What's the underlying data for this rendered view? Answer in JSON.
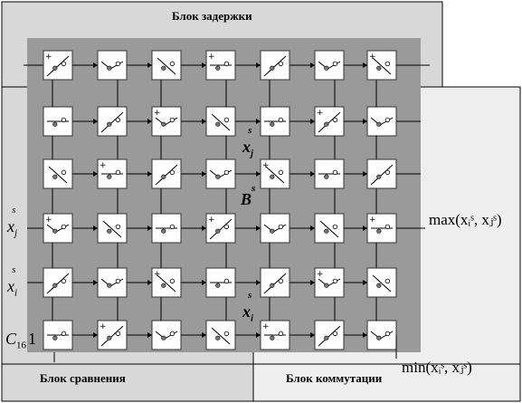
{
  "blocks": {
    "delay": "Блок задержки",
    "compare": "Блок сравнения",
    "switch": "Блок коммутации"
  },
  "inputs": {
    "xj": {
      "base": "x",
      "sub": "j",
      "sup": "s"
    },
    "xi": {
      "base": "x",
      "sub": "i",
      "sup": "s"
    },
    "c16": {
      "base": "C",
      "sub": "16",
      "suffix": "1"
    }
  },
  "inner_labels": {
    "xj": {
      "base": "x",
      "sub": "j",
      "sup": "s"
    },
    "bs": {
      "base": "B",
      "sup": "s"
    },
    "xi": {
      "base": "x",
      "sub": "i",
      "sup": "s"
    }
  },
  "outputs": {
    "max": "max(xᵢˢ, xⱼˢ)",
    "min": "min(xᵢˢ, xⱼˢ)"
  },
  "colors": {
    "grid_bg": "#9a9a9a",
    "block_bg": "#d8d8d8",
    "cell_fill": "#ffffff",
    "line": "#000000"
  }
}
